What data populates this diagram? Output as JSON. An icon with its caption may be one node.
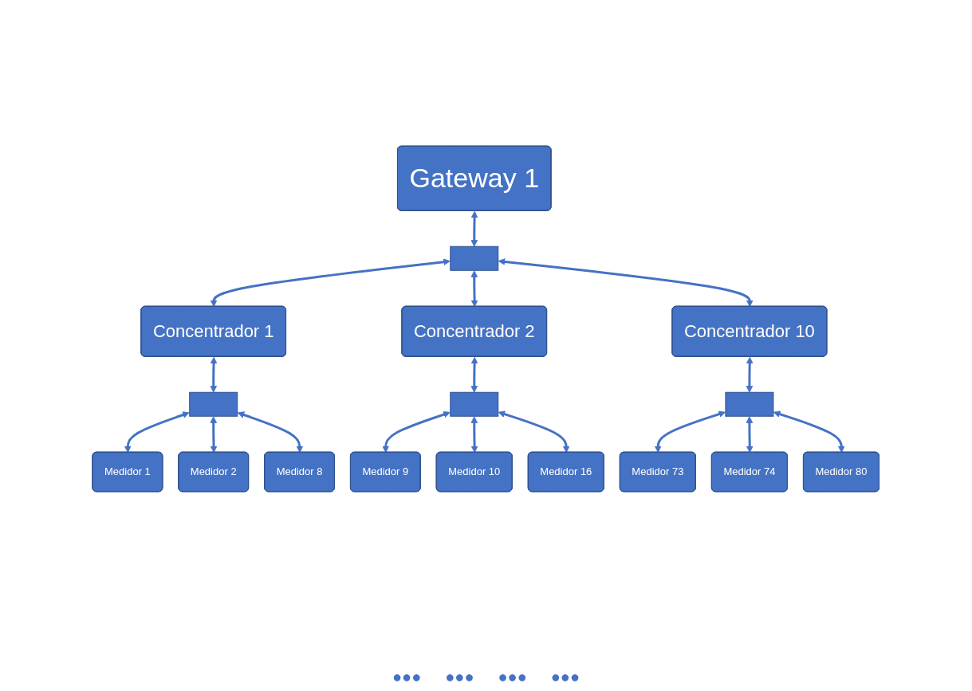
{
  "diagram": {
    "nodes": [
      {
        "text": [
          "Gateway 1"
        ]
      },
      {
        "text": [],
        "shape": "bar"
      },
      {
        "text": [
          "Concentrador 1"
        ]
      },
      {
        "text": [
          "Concentrador 2"
        ]
      },
      {
        "text": [
          "Concentrador 10"
        ]
      },
      {
        "text": [],
        "shape": "bar"
      },
      {
        "text": [
          "Medidor 1"
        ]
      },
      {
        "text": [
          "Medidor 2"
        ]
      },
      {
        "text": [
          "Medidor 8"
        ]
      },
      {
        "text": [],
        "shape": "bar"
      },
      {
        "text": [
          "Medidor 9"
        ]
      },
      {
        "text": [
          "Medidor 10"
        ]
      },
      {
        "text": [
          "Medidor 16"
        ]
      },
      {
        "text": [],
        "shape": "bar"
      },
      {
        "text": [
          "Medidor 73"
        ]
      },
      {
        "text": [
          "Medidor 74"
        ]
      },
      {
        "text": [
          "Medidor 80"
        ]
      }
    ],
    "edges": [
      {
        "from": 0,
        "to": 1,
        "arrow": "both"
      },
      {
        "from": 1,
        "to": 2,
        "arrow": "both"
      },
      {
        "from": 1,
        "to": 3,
        "arrow": "both"
      },
      {
        "from": 1,
        "to": 4,
        "arrow": "both"
      },
      {
        "from": 2,
        "to": 5,
        "arrow": "both"
      },
      {
        "from": 5,
        "to": 6,
        "arrow": "both"
      },
      {
        "from": 5,
        "to": 7,
        "arrow": "both"
      },
      {
        "from": 5,
        "to": 8,
        "arrow": "both"
      },
      {
        "from": 3,
        "to": 9,
        "arrow": "both"
      },
      {
        "from": 9,
        "to": 10,
        "arrow": "both"
      },
      {
        "from": 9,
        "to": 11,
        "arrow": "both"
      },
      {
        "from": 9,
        "to": 12,
        "arrow": "both"
      },
      {
        "from": 4,
        "to": 13,
        "arrow": "both"
      },
      {
        "from": 13,
        "to": 14,
        "arrow": "both"
      },
      {
        "from": 13,
        "to": 15,
        "arrow": "both"
      },
      {
        "from": 13,
        "to": 16,
        "arrow": "both"
      }
    ],
    "labels": [
      "●●●",
      "●●●",
      "●●●",
      "●●●"
    ]
  }
}
